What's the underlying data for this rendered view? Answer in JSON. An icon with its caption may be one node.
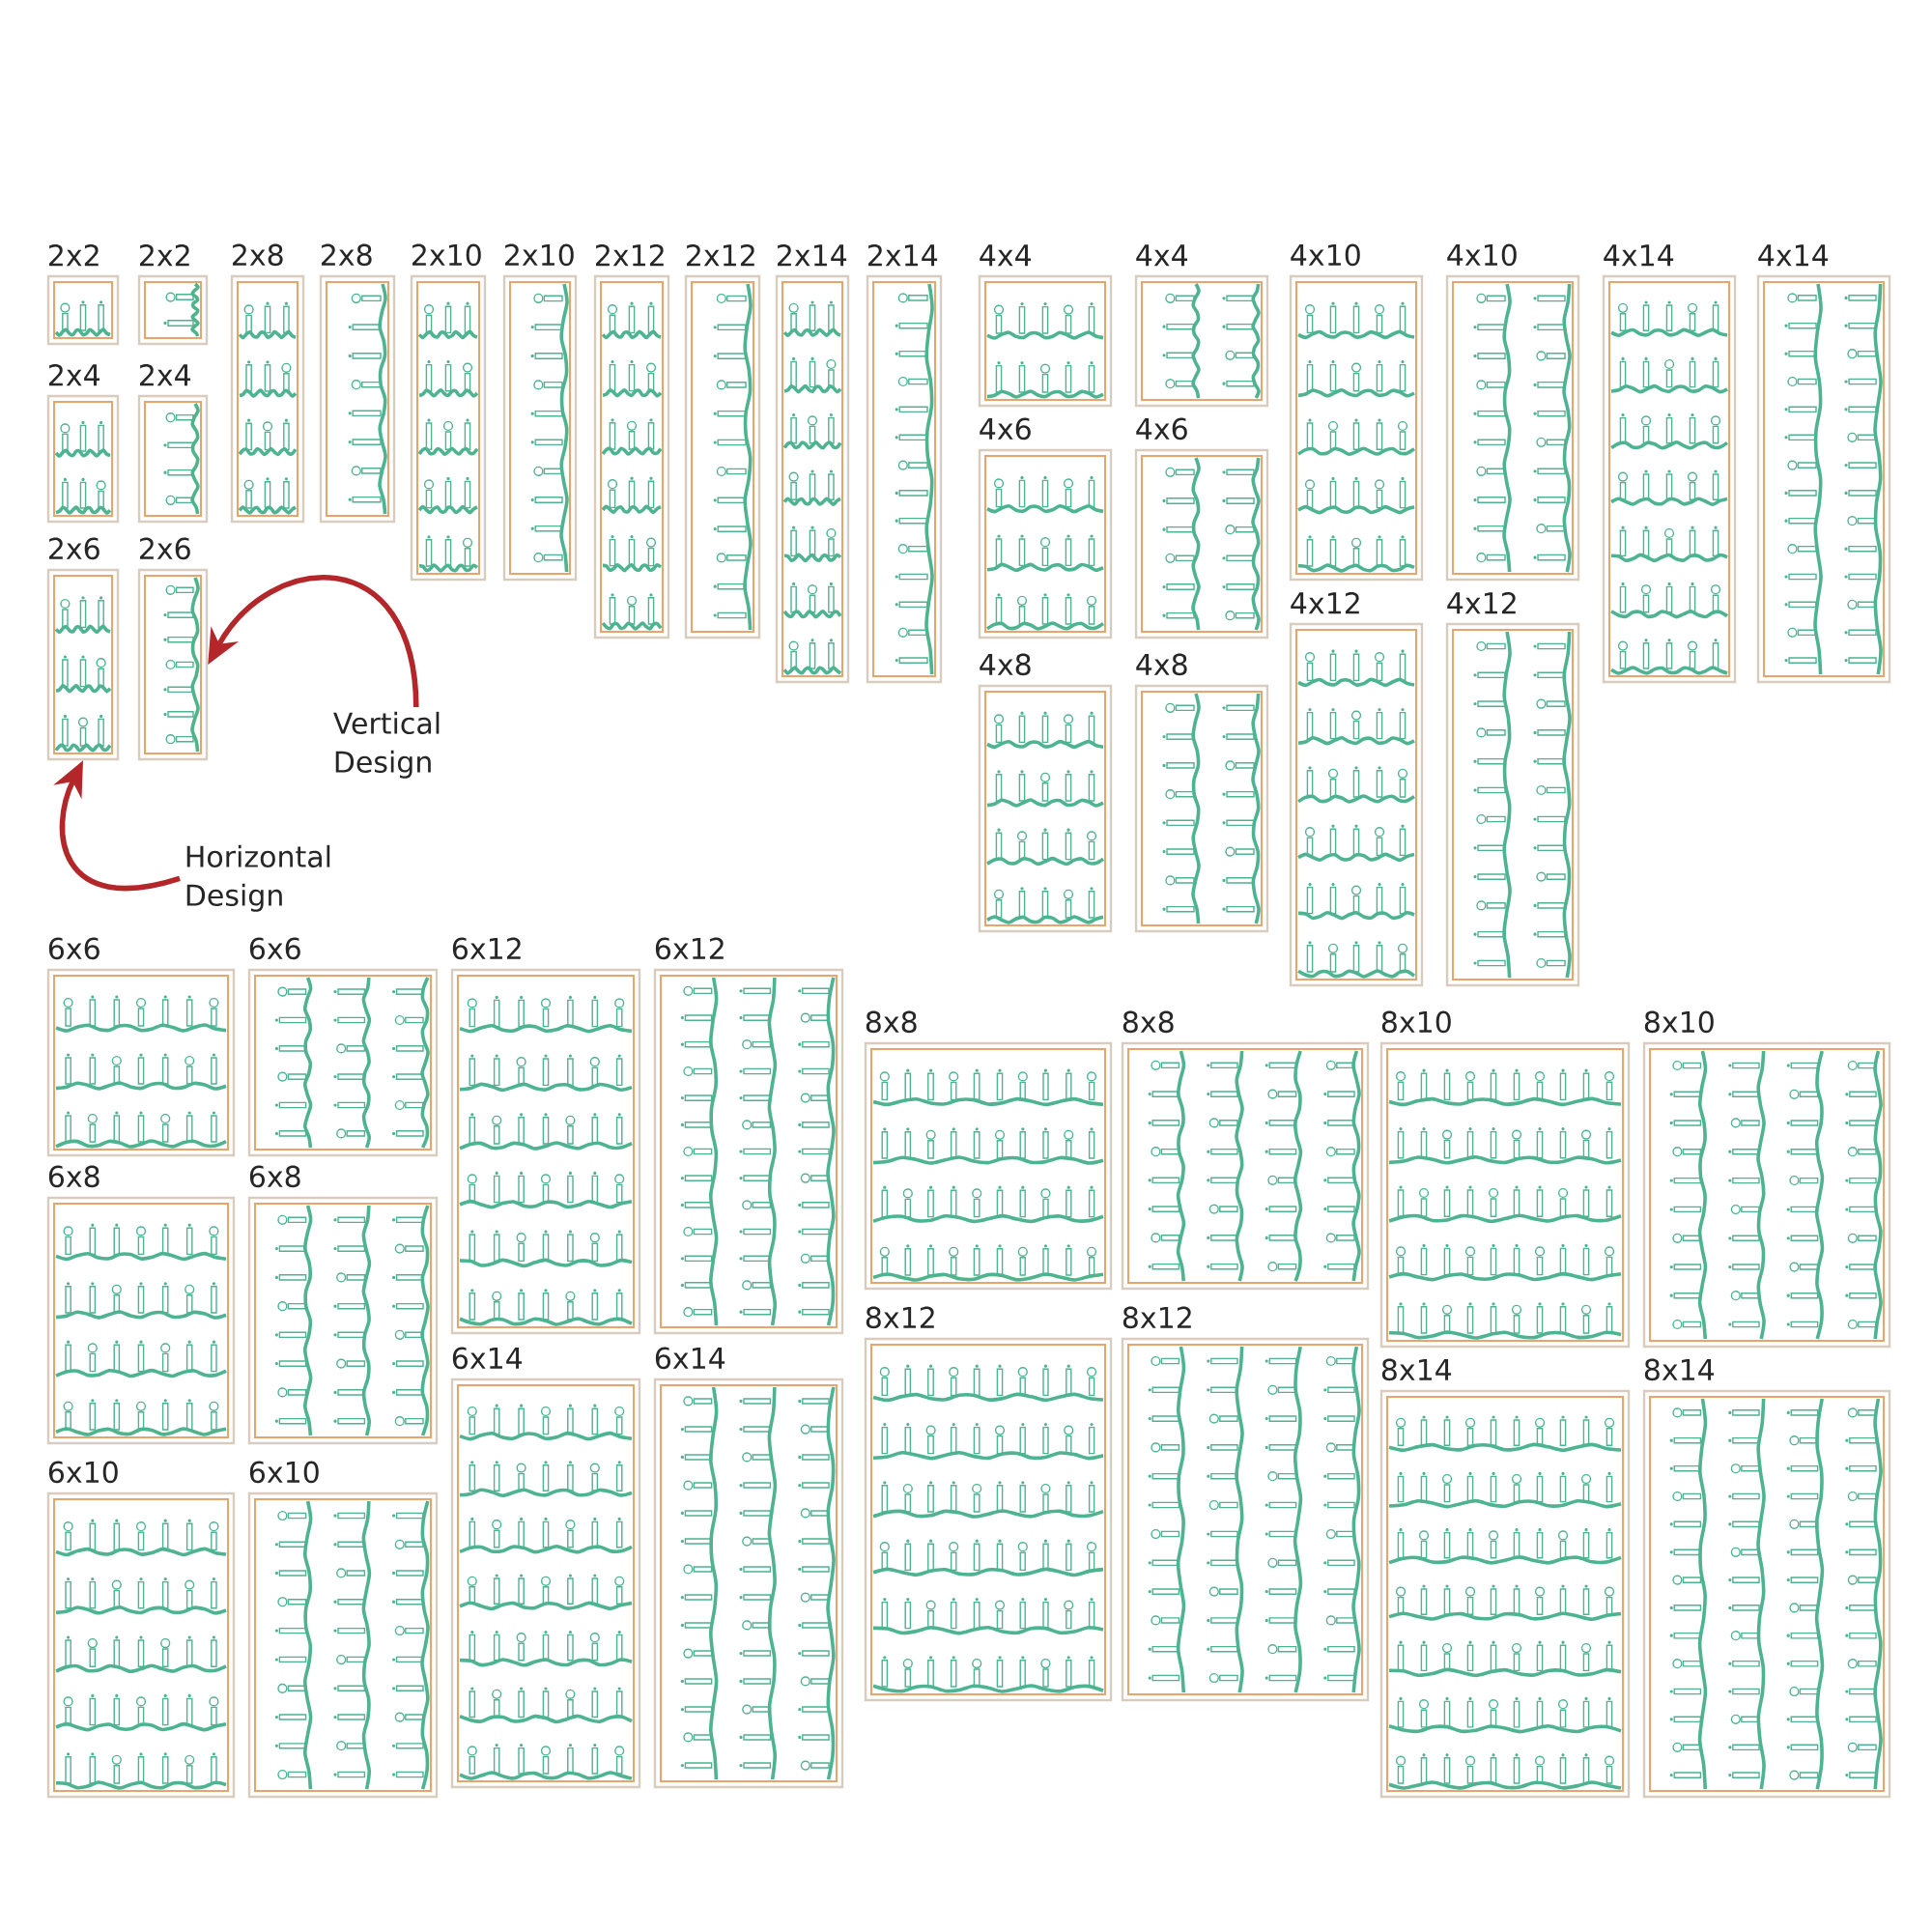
{
  "diagram": {
    "nodes": [
      {
        "text": [
          "2x2"
        ]
      },
      {
        "text": [
          "2x2"
        ]
      },
      {
        "text": [
          "2x8"
        ]
      },
      {
        "text": [
          "2x8"
        ]
      },
      {
        "text": [
          "2x10"
        ]
      },
      {
        "text": [
          "2x10"
        ]
      },
      {
        "text": [
          "2x12"
        ]
      },
      {
        "text": [
          "2x12"
        ]
      },
      {
        "text": [
          "2x14"
        ]
      },
      {
        "text": [
          "2x14"
        ]
      },
      {
        "text": [
          "4x4"
        ]
      },
      {
        "text": [
          "4x4"
        ]
      },
      {
        "text": [
          "4x10"
        ]
      },
      {
        "text": [
          "4x10"
        ]
      },
      {
        "text": [
          "4x14"
        ]
      },
      {
        "text": [
          "4x14"
        ]
      },
      {
        "text": [
          "2x4"
        ]
      },
      {
        "text": [
          "2x4"
        ]
      },
      {
        "text": [
          "4x6"
        ]
      },
      {
        "text": [
          "4x6"
        ]
      },
      {
        "text": [
          "2x6"
        ]
      },
      {
        "text": [
          "2x6"
        ]
      },
      {
        "text": [
          "4x12"
        ]
      },
      {
        "text": [
          "4x12"
        ]
      },
      {
        "text": [
          "4x8"
        ]
      },
      {
        "text": [
          "4x8"
        ]
      },
      {
        "text": [
          "Vertical Design"
        ]
      },
      {
        "text": [
          "Horizontal Design"
        ]
      },
      {
        "text": [
          "6x6"
        ]
      },
      {
        "text": [
          "6x6"
        ]
      },
      {
        "text": [
          "6x12"
        ]
      },
      {
        "text": [
          "6x12"
        ]
      },
      {
        "text": [
          "8x8"
        ]
      },
      {
        "text": [
          "8x8"
        ]
      },
      {
        "text": [
          "8x10"
        ]
      },
      {
        "text": [
          "8x10"
        ]
      },
      {
        "text": [
          "6x8"
        ]
      },
      {
        "text": [
          "6x8"
        ]
      },
      {
        "text": [
          "8x12"
        ]
      },
      {
        "text": [
          "8x12"
        ]
      },
      {
        "text": [
          "6x14"
        ]
      },
      {
        "text": [
          "6x14"
        ]
      },
      {
        "text": [
          "8x14"
        ]
      },
      {
        "text": [
          "8x14"
        ]
      },
      {
        "text": [
          "6x10"
        ]
      },
      {
        "text": [
          "6x10"
        ]
      }
    ],
    "edges": [
      {
        "from": 26,
        "to": 21,
        "arrow": "to"
      },
      {
        "from": 27,
        "to": 20,
        "arrow": "to"
      }
    ]
  }
}
